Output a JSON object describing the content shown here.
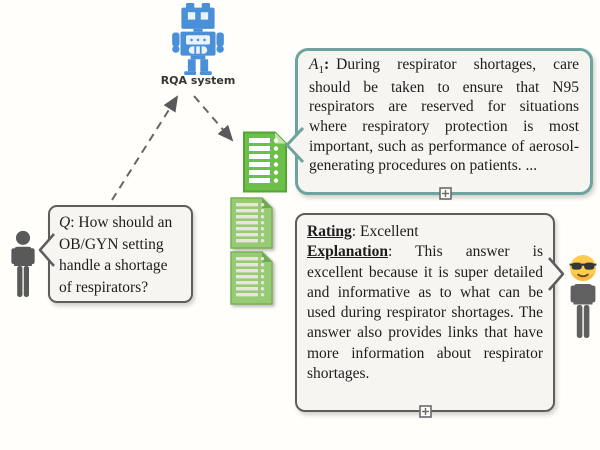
{
  "robot": {
    "label": "RQA system"
  },
  "question": {
    "prefix": "Q",
    "body": ": How should an OB/GYN setting handle a shortage of respirators?"
  },
  "answer": {
    "prefix": "A",
    "prefix_sub": "1",
    "colon": ":",
    "body": "During respirator shortages, care should be taken to ensure that N95 respirators are reserved for situations where respiratory protection is most important, such as performance of aerosol-generating procedures on patients. ..."
  },
  "rating": {
    "label": "Rating",
    "value": ": Excellent",
    "explanation_label": "Explanation",
    "explanation_body": ": This answer is excellent because it is super detailed and informative as to what can be used during respirator shortages. The answer also provides links that have more information about respirator shortages."
  },
  "icons": {
    "robot": "robot-icon",
    "asker": "person-icon",
    "rater_body": "person-icon",
    "rater_face": "sunglasses-emoji-icon",
    "top_document": "document-list-icon",
    "middle_document": "document-icon",
    "bottom_document": "document-icon",
    "arrow_question_to_robot": "dashed-arrow-icon",
    "arrow_robot_to_documents": "dashed-arrow-icon",
    "bubble_handles": "expand-handle-icon"
  },
  "colors": {
    "robot_blue": "#4a90d9",
    "document_green": "#6cbf49",
    "document_green_muted": "#96cb73",
    "answer_border_teal": "#6ea49e",
    "bubble_border_gray": "#5d5d5d",
    "bubble_background": "#f6f5f1",
    "person_gray": "#595959",
    "emoji_yellow": "#ffcc4d",
    "arrow_gray": "#666666"
  }
}
